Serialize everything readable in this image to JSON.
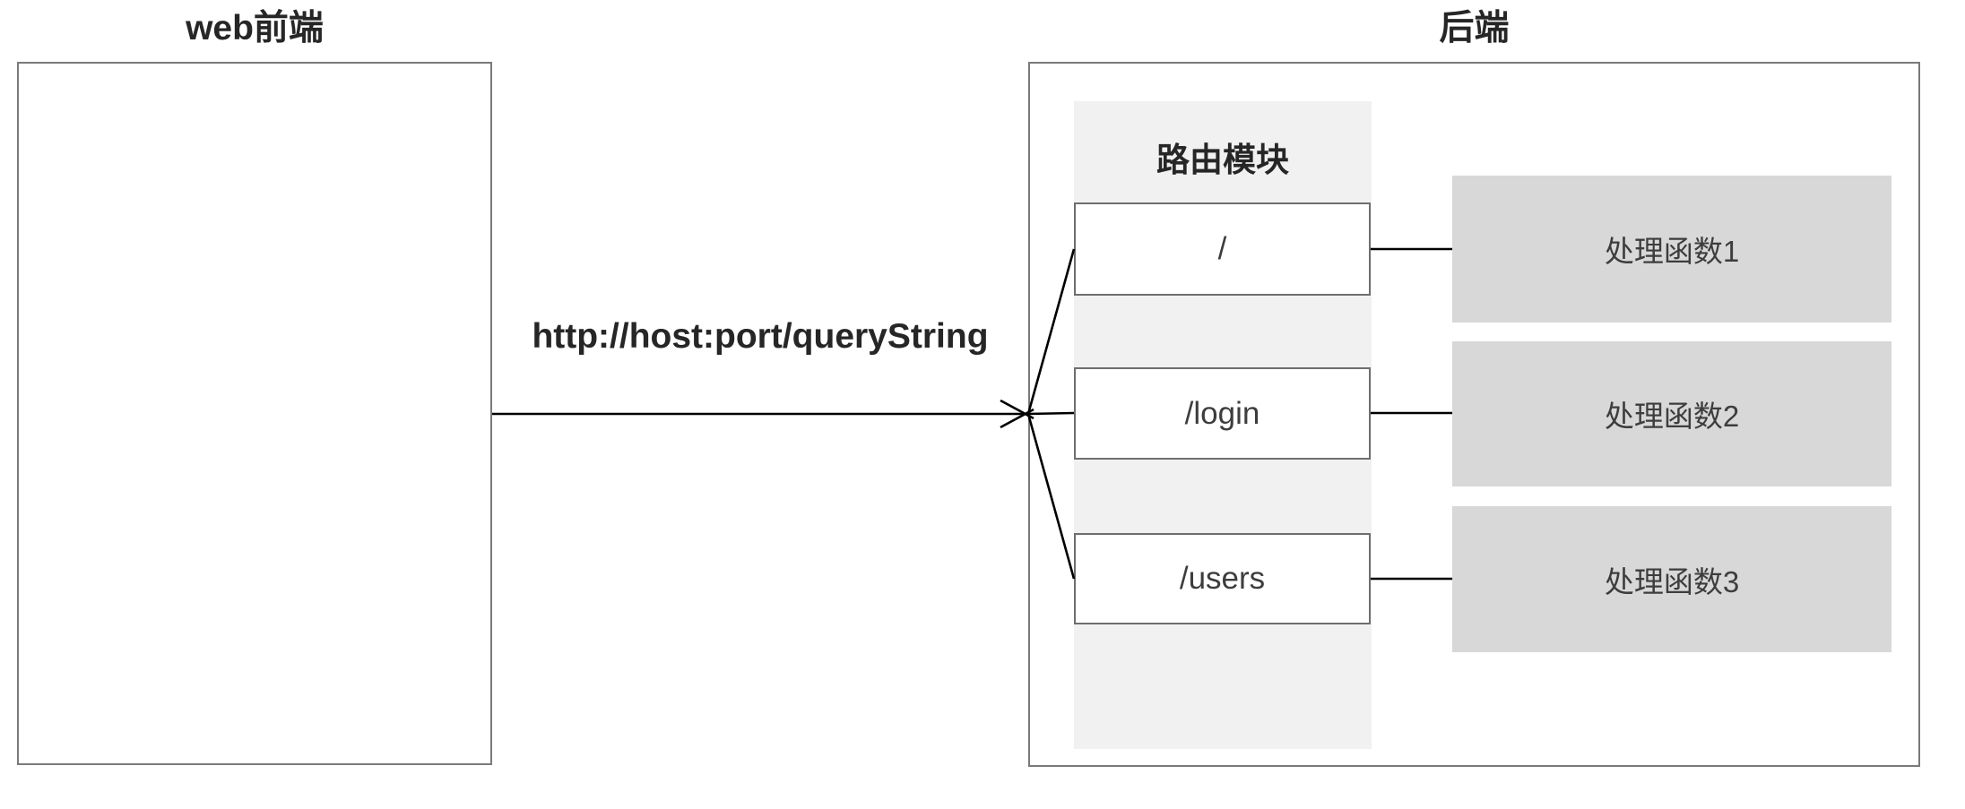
{
  "colors": {
    "frame-border": "#7a7a7a",
    "route-border": "#6e6e6e",
    "router-bg": "#f1f1f1",
    "handler-bg": "#d8d8d8",
    "line": "#000000",
    "title-text": "#262626",
    "body-text": "#3d3d3d"
  },
  "frontend": {
    "title": "web前端"
  },
  "backend": {
    "title": "后端"
  },
  "request": {
    "url_label": "http://host:port/queryString"
  },
  "router": {
    "title": "路由模块",
    "routes": [
      {
        "path": "/"
      },
      {
        "path": "/login"
      },
      {
        "path": "/users"
      }
    ]
  },
  "handlers": [
    {
      "label": "处理函数1"
    },
    {
      "label": "处理函数2"
    },
    {
      "label": "处理函数3"
    }
  ]
}
